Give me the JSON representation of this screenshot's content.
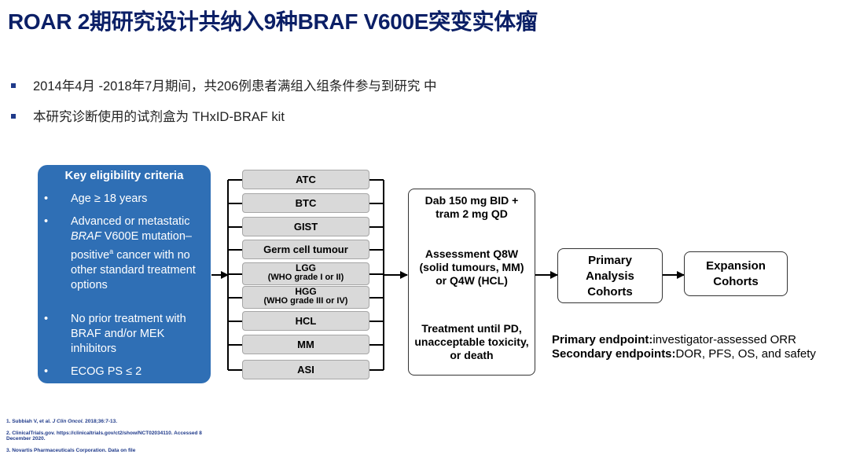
{
  "title": "ROAR 2期研究设计共纳入9种BRAF V600E突变实体瘤",
  "bullets": [
    "2014年4月 -2018年7月期间，共206例患者满组入组条件参与到研究 中",
    "本研究诊断使用的试剂盒为 THxID-BRAF kit"
  ],
  "eligibility": {
    "title": "Key eligibility criteria",
    "items": [
      {
        "text": "Age ≥ 18 years"
      },
      {
        "l1_pre": "Advanced or metastatic ",
        "l1_italic": "BRAF",
        "l1_post": " V600E mutation–positive",
        "sup": "a",
        "rest": " cancer with no other standard treatment options"
      },
      {
        "text": "No prior treatment with BRAF and/or MEK inhibitors"
      },
      {
        "text": "ECOG PS ≤ 2"
      }
    ],
    "bullet_char": "•"
  },
  "tumour_types": [
    {
      "name": "ATC"
    },
    {
      "name": "BTC"
    },
    {
      "name": "GIST"
    },
    {
      "name": "Germ cell tumour"
    },
    {
      "name": "LGG",
      "sub": "(WHO grade I or II)"
    },
    {
      "name": "HGG",
      "sub": "(WHO grade III or IV)"
    },
    {
      "name": "HCL"
    },
    {
      "name": "MM"
    },
    {
      "name": "ASI"
    }
  ],
  "treatment": {
    "dose": "Dab 150 mg BID + tram 2 mg QD",
    "assessment": "Assessment Q8W (solid tumours, MM) or Q4W (HCL)",
    "duration": "Treatment until PD, unacceptable toxicity, or death"
  },
  "primary_box": "Primary Analysis Cohorts",
  "expansion_box": "Expansion Cohorts",
  "endpoints": {
    "primary_label": "Primary endpoint:",
    "primary_value": "investigator-assessed ORR",
    "secondary_label": "Secondary endpoints:",
    "secondary_value": "DOR, PFS, OS, and safety"
  },
  "footnotes": {
    "f1_pre": "1. Subbiah V, et al. ",
    "f1_italic": "J Clin Oncol.",
    "f1_post": " 2018;36:7-13.",
    "f2": "2. ClinicalTrials.gov. https://clinicaltrials.gov/ct2/show/NCT02034110. Accessed 8 December 2020.",
    "f3": "3. Novartis Pharmaceuticals Corporation. Data on file"
  },
  "colors": {
    "title": "#0b1f66",
    "eligibility_bg": "#2f6fb5",
    "tumour_box": "#d9d9d9",
    "bullet_marker": "#1f3a8a"
  }
}
